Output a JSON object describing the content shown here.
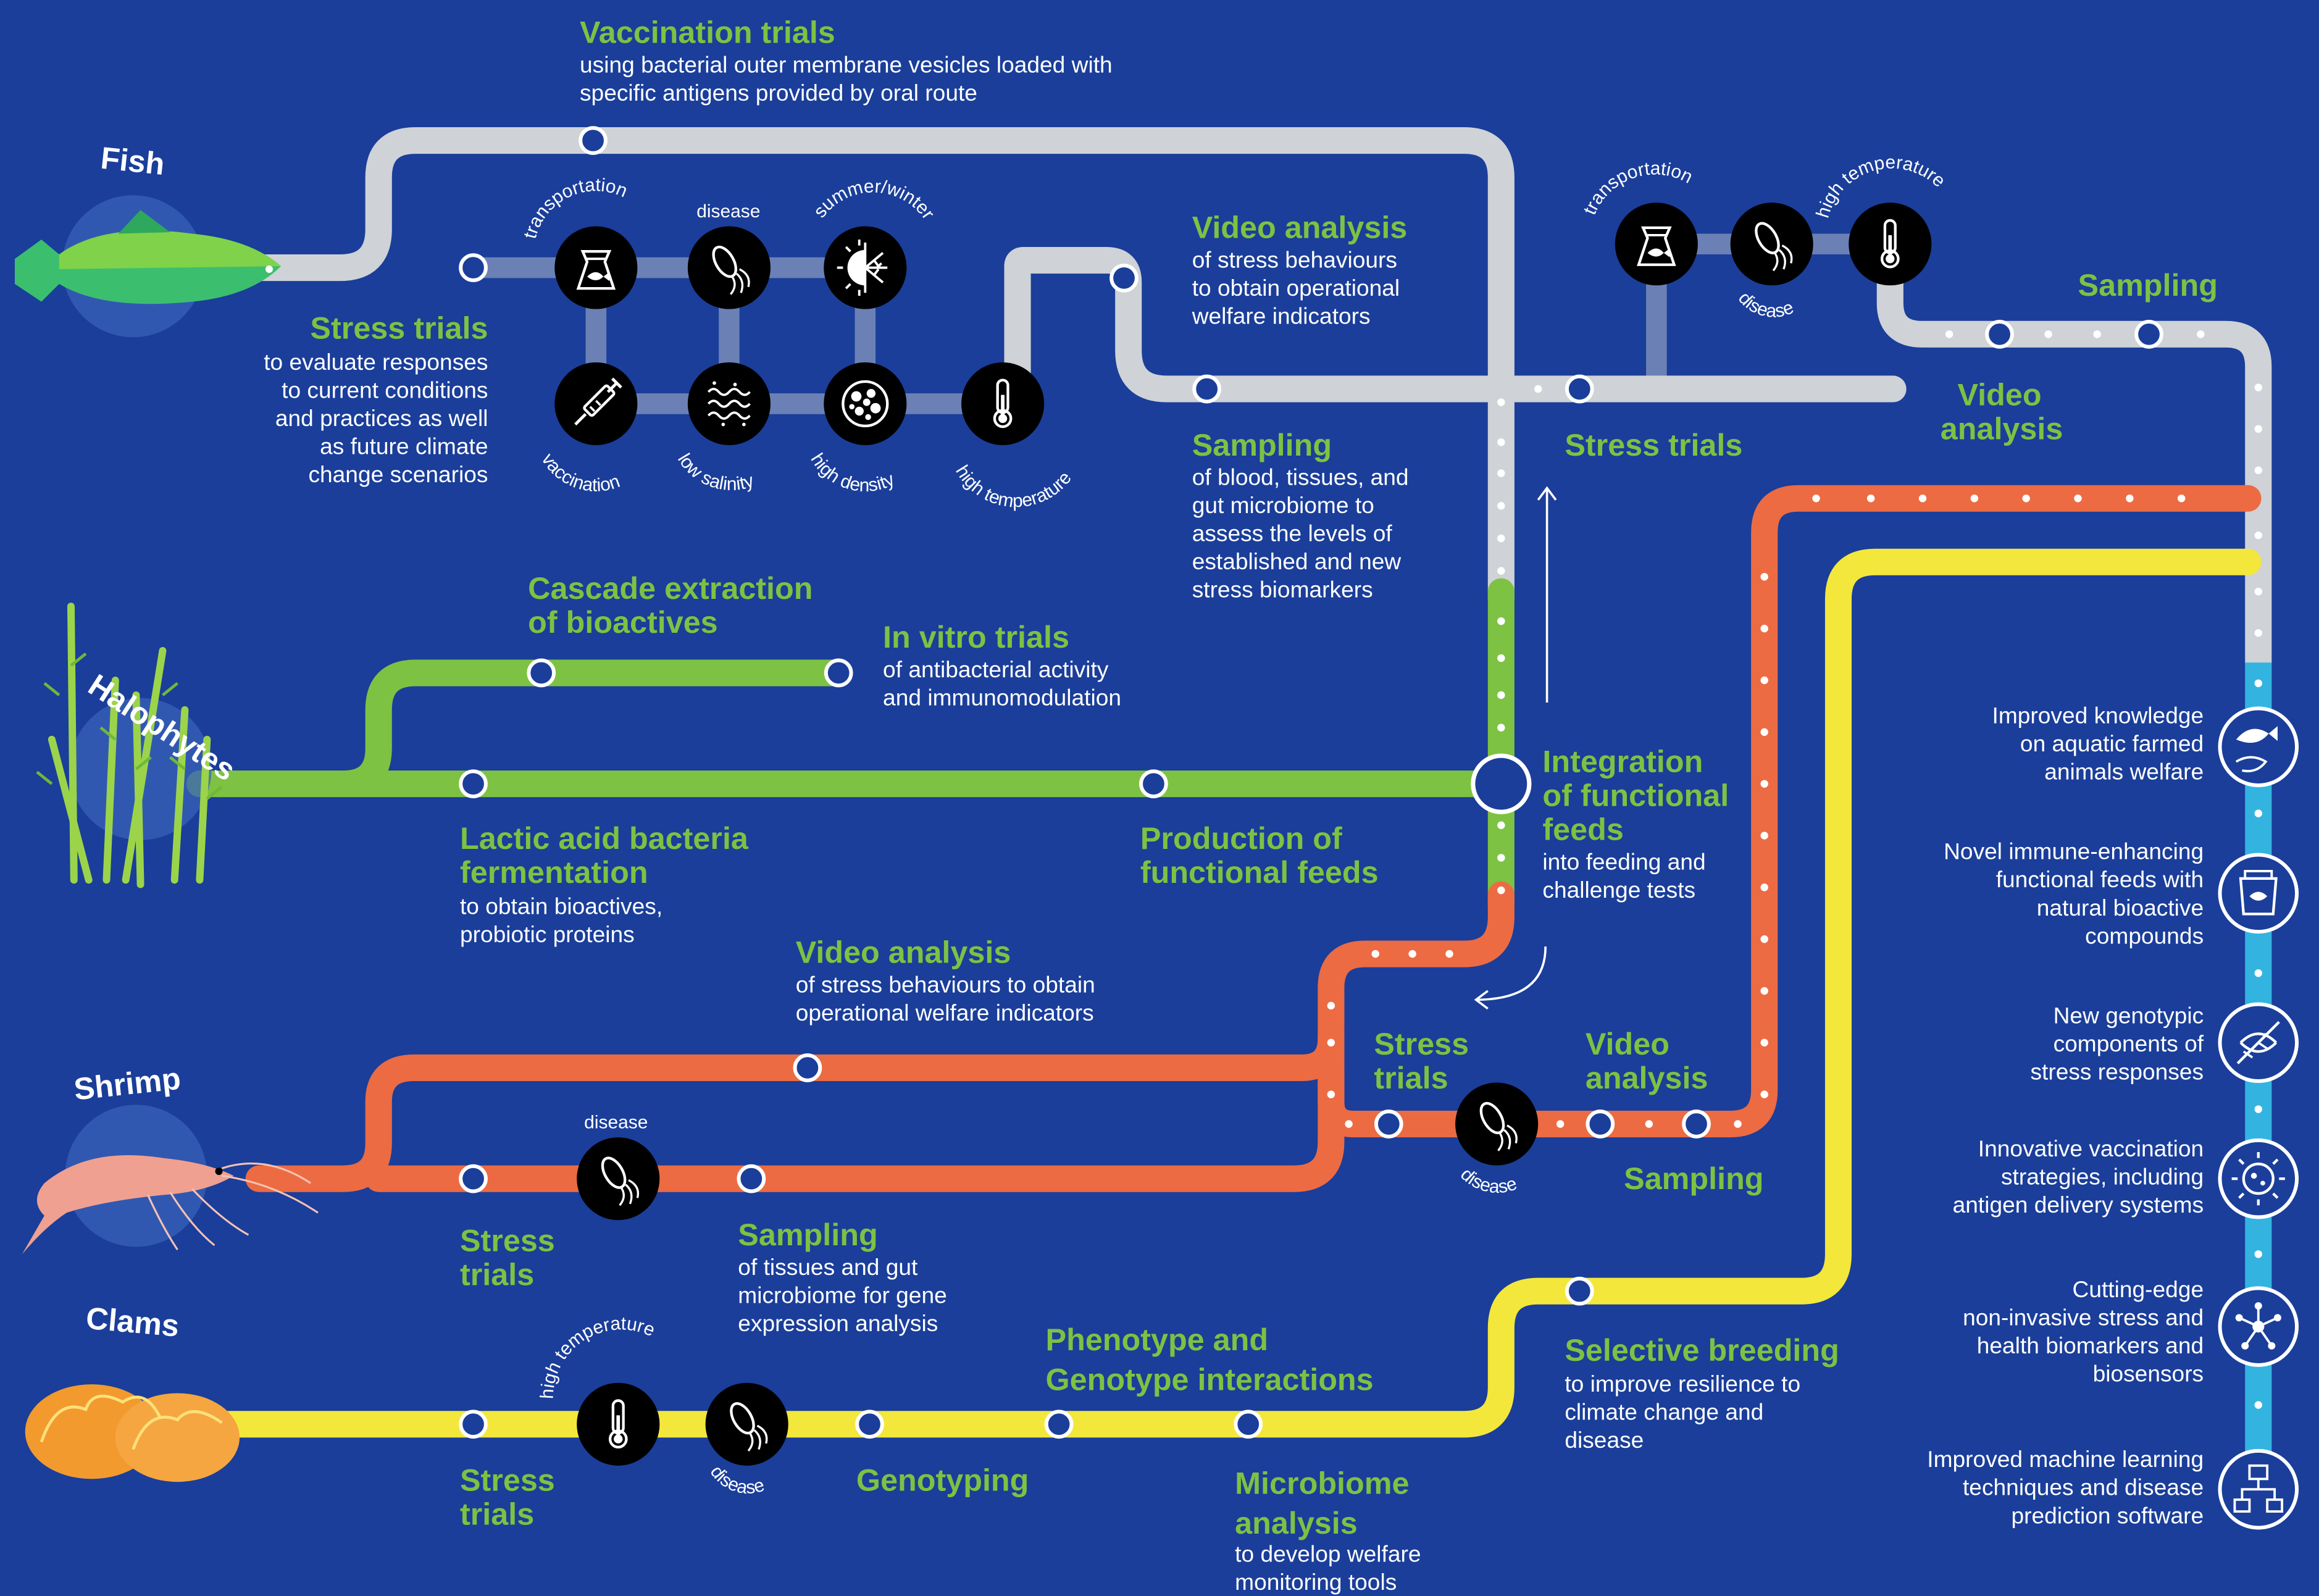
{
  "species": {
    "fish": "Fish",
    "halophytes": "Halophytes",
    "shrimp": "Shrimp",
    "clams": "Clams"
  },
  "fish": {
    "vaccination_title": "Vaccination trials",
    "vaccination_desc": [
      "using bacterial outer membrane vesicles loaded with",
      "specific antigens provided by oral route"
    ],
    "stress_title": "Stress trials",
    "stress_desc": [
      "to evaluate responses",
      "to current conditions",
      "and practices as well",
      "as future climate",
      "change scenarios"
    ],
    "video_title": "Video analysis",
    "video_desc": [
      "of stress behaviours",
      "to obtain operational",
      "welfare indicators"
    ],
    "sampling_title": "Sampling",
    "sampling_desc": [
      "of blood, tissues, and",
      "gut microbiome to",
      "assess the levels of",
      "established and new",
      "stress biomarkers"
    ],
    "stress2_title": "Stress trials",
    "sampling2_title": "Sampling",
    "video2_title": [
      "Video",
      "analysis"
    ]
  },
  "stressor_labels": {
    "transportation": "transportation",
    "disease": "disease",
    "summer_winter": "summer/winter",
    "vaccination": "vaccination",
    "low_salinity": "low salinity",
    "high_density": "high density",
    "high_temperature": "high temperature"
  },
  "halophytes": {
    "cascade_title": [
      "Cascade extraction",
      "of bioactives"
    ],
    "invitro_title": "In vitro trials",
    "invitro_desc": [
      "of antibacterial activity",
      "and immunomodulation"
    ],
    "lactic_title": [
      "Lactic acid bacteria",
      "fermentation"
    ],
    "lactic_desc": [
      "to obtain bioactives,",
      "probiotic proteins"
    ],
    "production_title": [
      "Production of",
      "functional feeds"
    ],
    "integration_title": [
      "Integration",
      "of functional",
      "feeds"
    ],
    "integration_desc": [
      "into feeding and",
      "challenge tests"
    ]
  },
  "shrimp": {
    "video_title": "Video analysis",
    "video_desc": [
      "of stress behaviours to obtain",
      "operational welfare indicators"
    ],
    "stress_title": [
      "Stress",
      "trials"
    ],
    "sampling_title": "Sampling",
    "sampling_desc": [
      "of tissues and gut",
      "microbiome for gene",
      "expression analysis"
    ],
    "stress2_title": [
      "Stress",
      "trials"
    ],
    "video2_title": [
      "Video",
      "analysis"
    ],
    "sampling2_title": "Sampling"
  },
  "clams": {
    "stress_title": [
      "Stress",
      "trials"
    ],
    "genotyping_title": "Genotyping",
    "phenotype_title": [
      "Phenotype and",
      "Genotype interactions"
    ],
    "microbiome_title": [
      "Microbiome",
      "analysis"
    ],
    "microbiome_desc": [
      "to develop welfare",
      "monitoring tools"
    ],
    "breeding_title": "Selective breeding",
    "breeding_desc": [
      "to improve resilience to",
      "climate change and",
      "disease"
    ]
  },
  "outcomes": [
    {
      "text": [
        "Improved knowledge",
        "on aquatic farmed",
        "animals welfare"
      ],
      "icon": "fish-shrimp-icon"
    },
    {
      "text": [
        "Novel immune-enhancing",
        "functional feeds with",
        "natural bioactive",
        "compounds"
      ],
      "icon": "feed-bag-icon"
    },
    {
      "text": [
        "New genotypic",
        "components of",
        "stress responses"
      ],
      "icon": "dna-icon"
    },
    {
      "text": [
        "Innovative vaccination",
        "strategies, including",
        "antigen delivery systems"
      ],
      "icon": "virus-icon"
    },
    {
      "text": [
        "Cutting-edge",
        "non-invasive stress and",
        "health biomarkers and",
        "biosensors"
      ],
      "icon": "biomarker-icon"
    },
    {
      "text": [
        "Improved machine learning",
        "techniques and disease",
        "prediction software"
      ],
      "icon": "flowchart-icon"
    }
  ],
  "colors": {
    "background": "#1a3e9a",
    "fish_line": "#cfd2d6",
    "halophyte_line": "#7dc242",
    "shrimp_line": "#ec6b43",
    "clam_line": "#f3e73b",
    "outcome_line": "#33b4e0",
    "heading": "#7dc242"
  }
}
